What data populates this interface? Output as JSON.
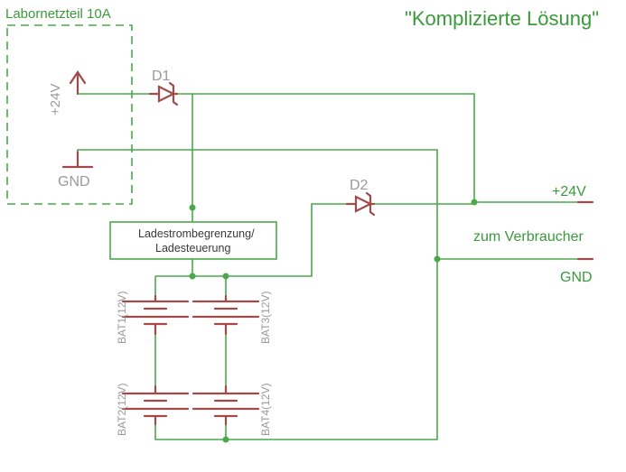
{
  "title": "\"Komplizierte Lösung\"",
  "power_supply": {
    "name": "Labornetzteil 10A",
    "plus_label": "+24V",
    "gnd_label": "GND"
  },
  "diodes": {
    "d1": "D1",
    "d2": "D2"
  },
  "charge_controller": {
    "line1": "Ladestrombegrenzung/",
    "line2": "Ladesteuerung"
  },
  "batteries": {
    "bat1": "BAT1(12V)",
    "bat2": "BAT2(12V)",
    "bat3": "BAT3(12V)",
    "bat4": "BAT4(12V)"
  },
  "output": {
    "plus_label": "+24V",
    "consumer_label": "zum Verbraucher",
    "gnd_label": "GND"
  },
  "colors": {
    "wire": "#4aa84a",
    "symbol": "#a04a4a",
    "title": "#3a9a3a",
    "gray_text": "#9a9a9a"
  }
}
